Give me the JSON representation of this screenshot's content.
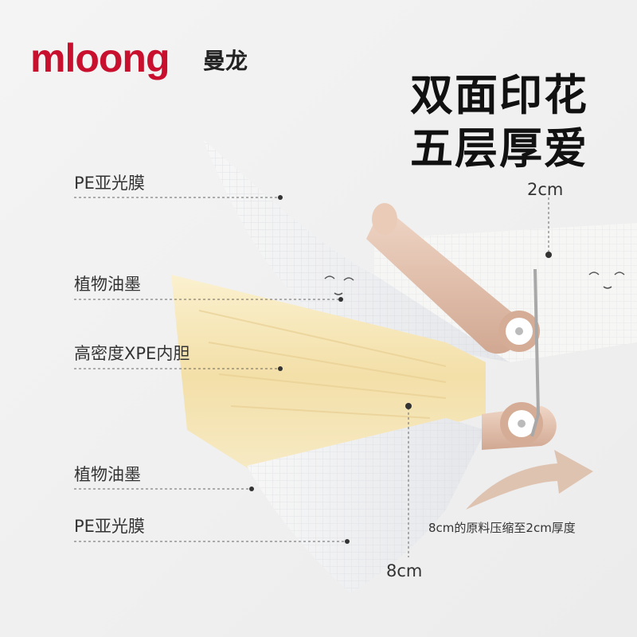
{
  "brand": {
    "logo_text": "mloong",
    "name_cn": "曼龙",
    "color": "#c8102e"
  },
  "headline": {
    "line1": "双面印花",
    "line2": "五层厚爱"
  },
  "layers": [
    {
      "label": "PE亚光膜"
    },
    {
      "label": "植物油墨"
    },
    {
      "label": "高密度XPE内胆"
    },
    {
      "label": "植物油墨"
    },
    {
      "label": "PE亚光膜"
    }
  ],
  "dimensions": {
    "after": "2cm",
    "before": "8cm",
    "note": "8cm的原料压缩至2cm厚度"
  },
  "colors": {
    "core": "#f6e8bd",
    "roller": "#e3c1ad",
    "arrow": "#d9b8a4",
    "film": "#eef0f3"
  }
}
